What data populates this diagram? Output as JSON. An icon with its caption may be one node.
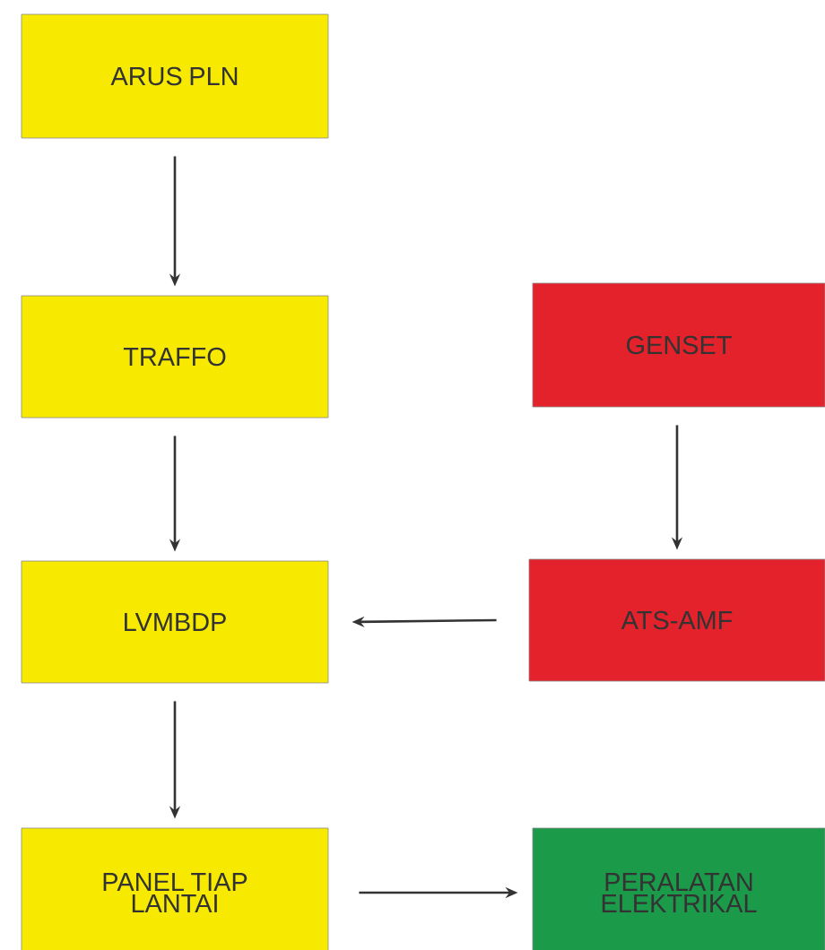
{
  "diagram": {
    "nodes": [
      {
        "text": [
          "ARUS PLN"
        ]
      },
      {
        "text": [
          "TRAFFO"
        ]
      },
      {
        "text": [
          "LVMBDP"
        ]
      },
      {
        "text": [
          "GENSET"
        ]
      },
      {
        "text": [
          "ATS-AMF"
        ]
      },
      {
        "text": [
          "PANEL TIAP LANTAI"
        ]
      },
      {
        "text": [
          "PERALATAN ELEKTRIKAL"
        ]
      }
    ],
    "edges": [
      {
        "from": 0,
        "to": 1,
        "arrow": "to"
      },
      {
        "from": 1,
        "to": 2,
        "arrow": "to"
      },
      {
        "from": 3,
        "to": 4,
        "arrow": "to"
      },
      {
        "from": 4,
        "to": 2,
        "arrow": "to"
      },
      {
        "from": 2,
        "to": 5,
        "arrow": "to"
      },
      {
        "from": 5,
        "to": 6,
        "arrow": "to"
      }
    ]
  }
}
